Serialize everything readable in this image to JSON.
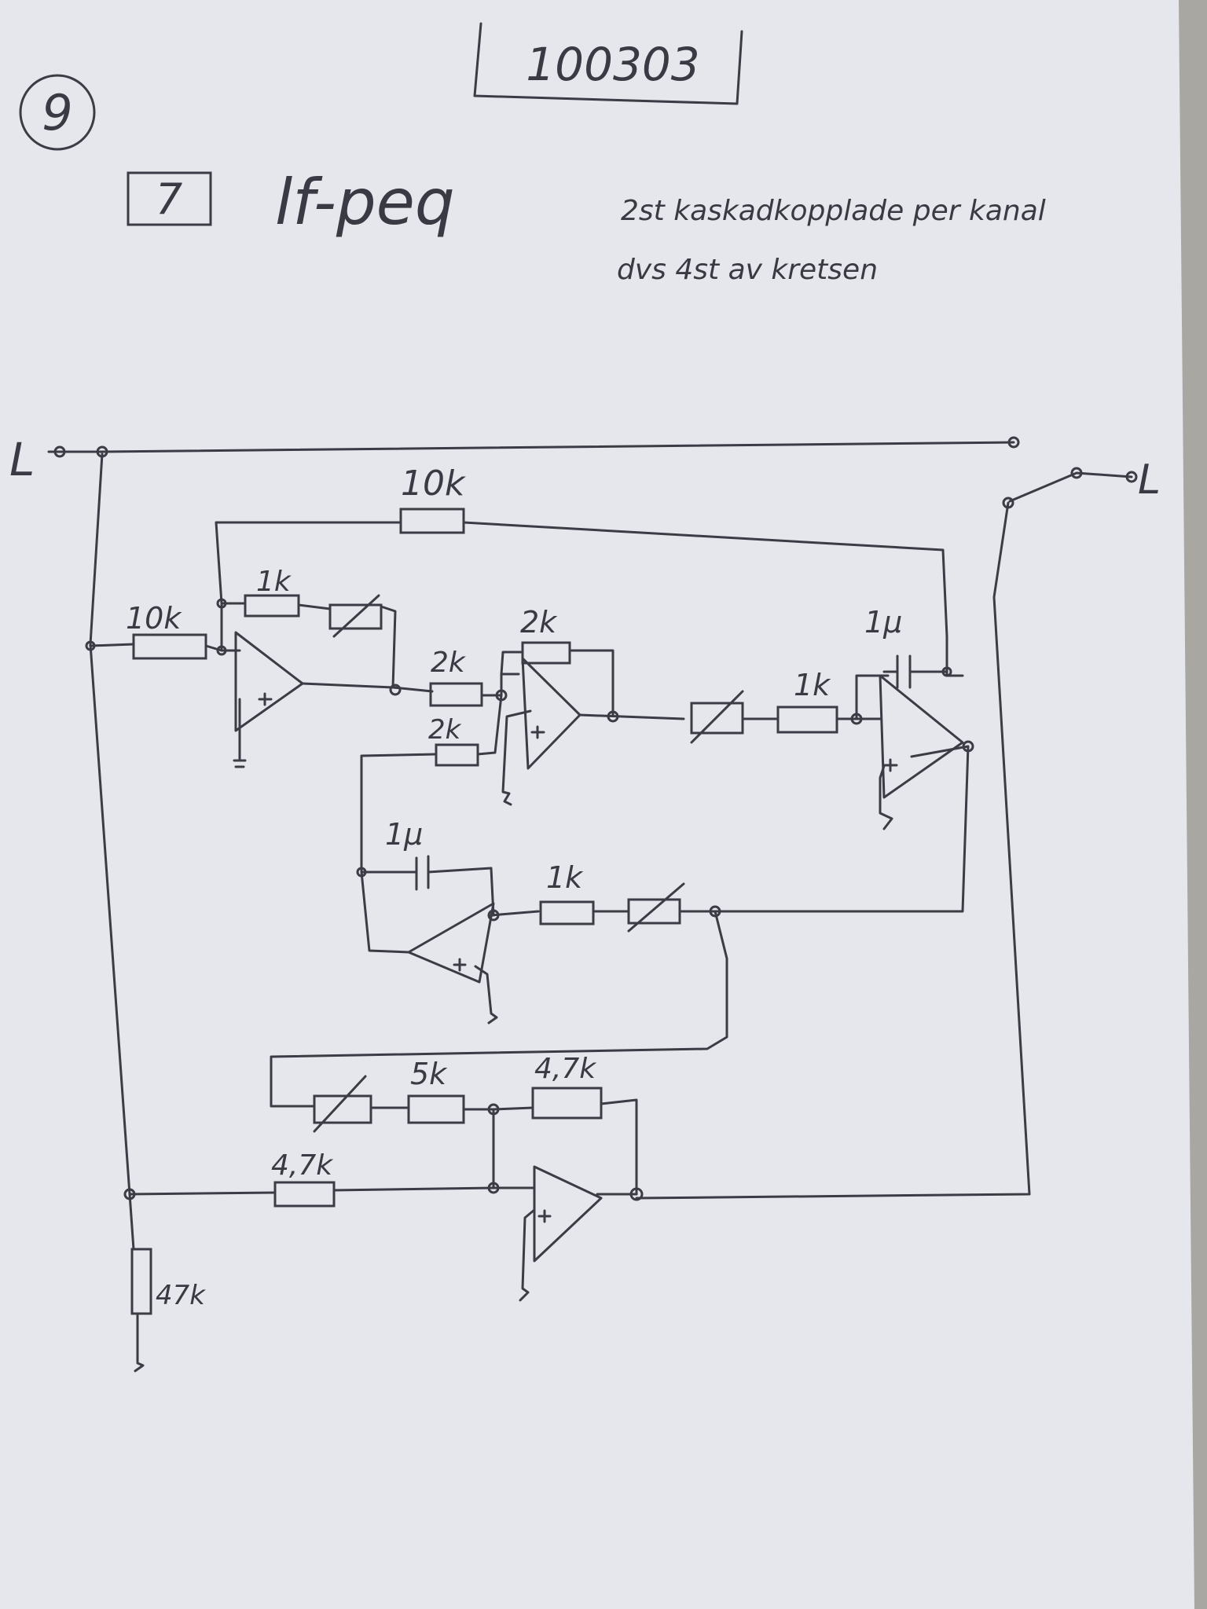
{
  "page": {
    "page_number": "9",
    "date_code": "100303",
    "section_number": "7",
    "section_title": "lf-peq",
    "note_line_1": "2st kaskadkopplade per kanal",
    "note_line_2": "dvs 4st av kretsen"
  },
  "circuit": {
    "input_label": "L",
    "output_label": "L",
    "components": {
      "r_feedback_top": "10k",
      "r_input": "10k",
      "r_stage1_fb": "1k",
      "r_stage2_in": "2k",
      "r_stage2_fb": "2k",
      "r_stage2_in2": "2k",
      "c_integrator1": "1µ",
      "r_integrator1_in": "1k",
      "c_integrator2": "1µ",
      "r_integrator2_in": "1k",
      "r_mix_series": "5k",
      "r_mix_fb": "4,7k",
      "r_mix_in": "4,7k",
      "r_shunt": "47k"
    }
  },
  "colors": {
    "paper": "#e6e7ec",
    "ink": "#3c3c46",
    "background": "#5f5a52"
  }
}
